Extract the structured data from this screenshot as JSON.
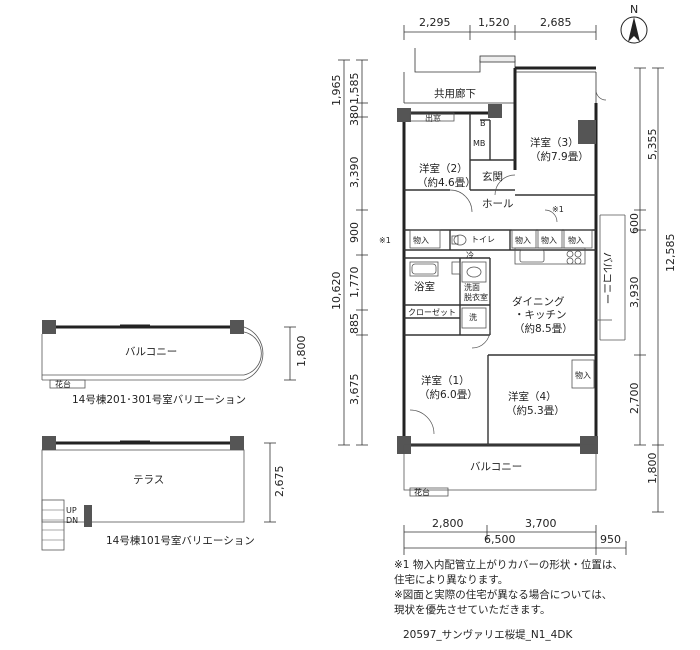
{
  "compass": {
    "label": "N"
  },
  "dims_top": [
    "2,295",
    "1,520",
    "2,685"
  ],
  "dims_left": [
    "1,965",
    "1,585",
    "380",
    "3,390",
    "900",
    "1,770",
    "10,620",
    "885",
    "3,675"
  ],
  "dims_right": [
    "5,355",
    "600",
    "12,585",
    "3,930",
    "2,700",
    "1,800"
  ],
  "dims_bottom": [
    "2,800",
    "3,700",
    "6,500",
    "950"
  ],
  "rooms": {
    "corridor": "共用廊下",
    "room3": "洋室（3）",
    "room3_size": "（約7.9畳）",
    "room2": "洋室（2）",
    "room2_size": "（約4.6畳）",
    "genkan": "玄関",
    "hall": "ホール",
    "toilet": "トイレ",
    "bath": "浴室",
    "senmen1": "洗面",
    "senmen2": "脱衣室",
    "closet": "クローゼット",
    "wash": "洗",
    "dk1": "ダイニング",
    "dk2": "・キッチン",
    "dk_size": "（約8.5畳）",
    "room1": "洋室（1）",
    "room1_size": "（約6.0畳）",
    "room4": "洋室（4）",
    "room4_size": "（約5.3畳）",
    "balcony_bottom": "バルコニー",
    "balcony_right": "バルコニー",
    "storage": "物入",
    "demado": "出窓",
    "mb": "MB",
    "b": "B",
    "ref": "冷",
    "flower": "花台",
    "note_mark": "※1"
  },
  "variation1": {
    "balcony": "バルコニー",
    "dim": "1,800",
    "flower": "花台",
    "caption": "14号棟201･301号室バリエーション"
  },
  "variation2": {
    "terrace": "テラス",
    "dim": "2,675",
    "up": "UP",
    "dn": "DN",
    "caption": "14号棟101号室バリエーション"
  },
  "notes": [
    "※1  物入内配管立上がりカバーの形状・位置は、",
    "      住宅により異なります。",
    "※図面と実際の住宅が異なる場合については、",
    "      現状を優先させていただきます。"
  ],
  "footer": "20597_サンヴァリエ桜堤_N1_4DK"
}
